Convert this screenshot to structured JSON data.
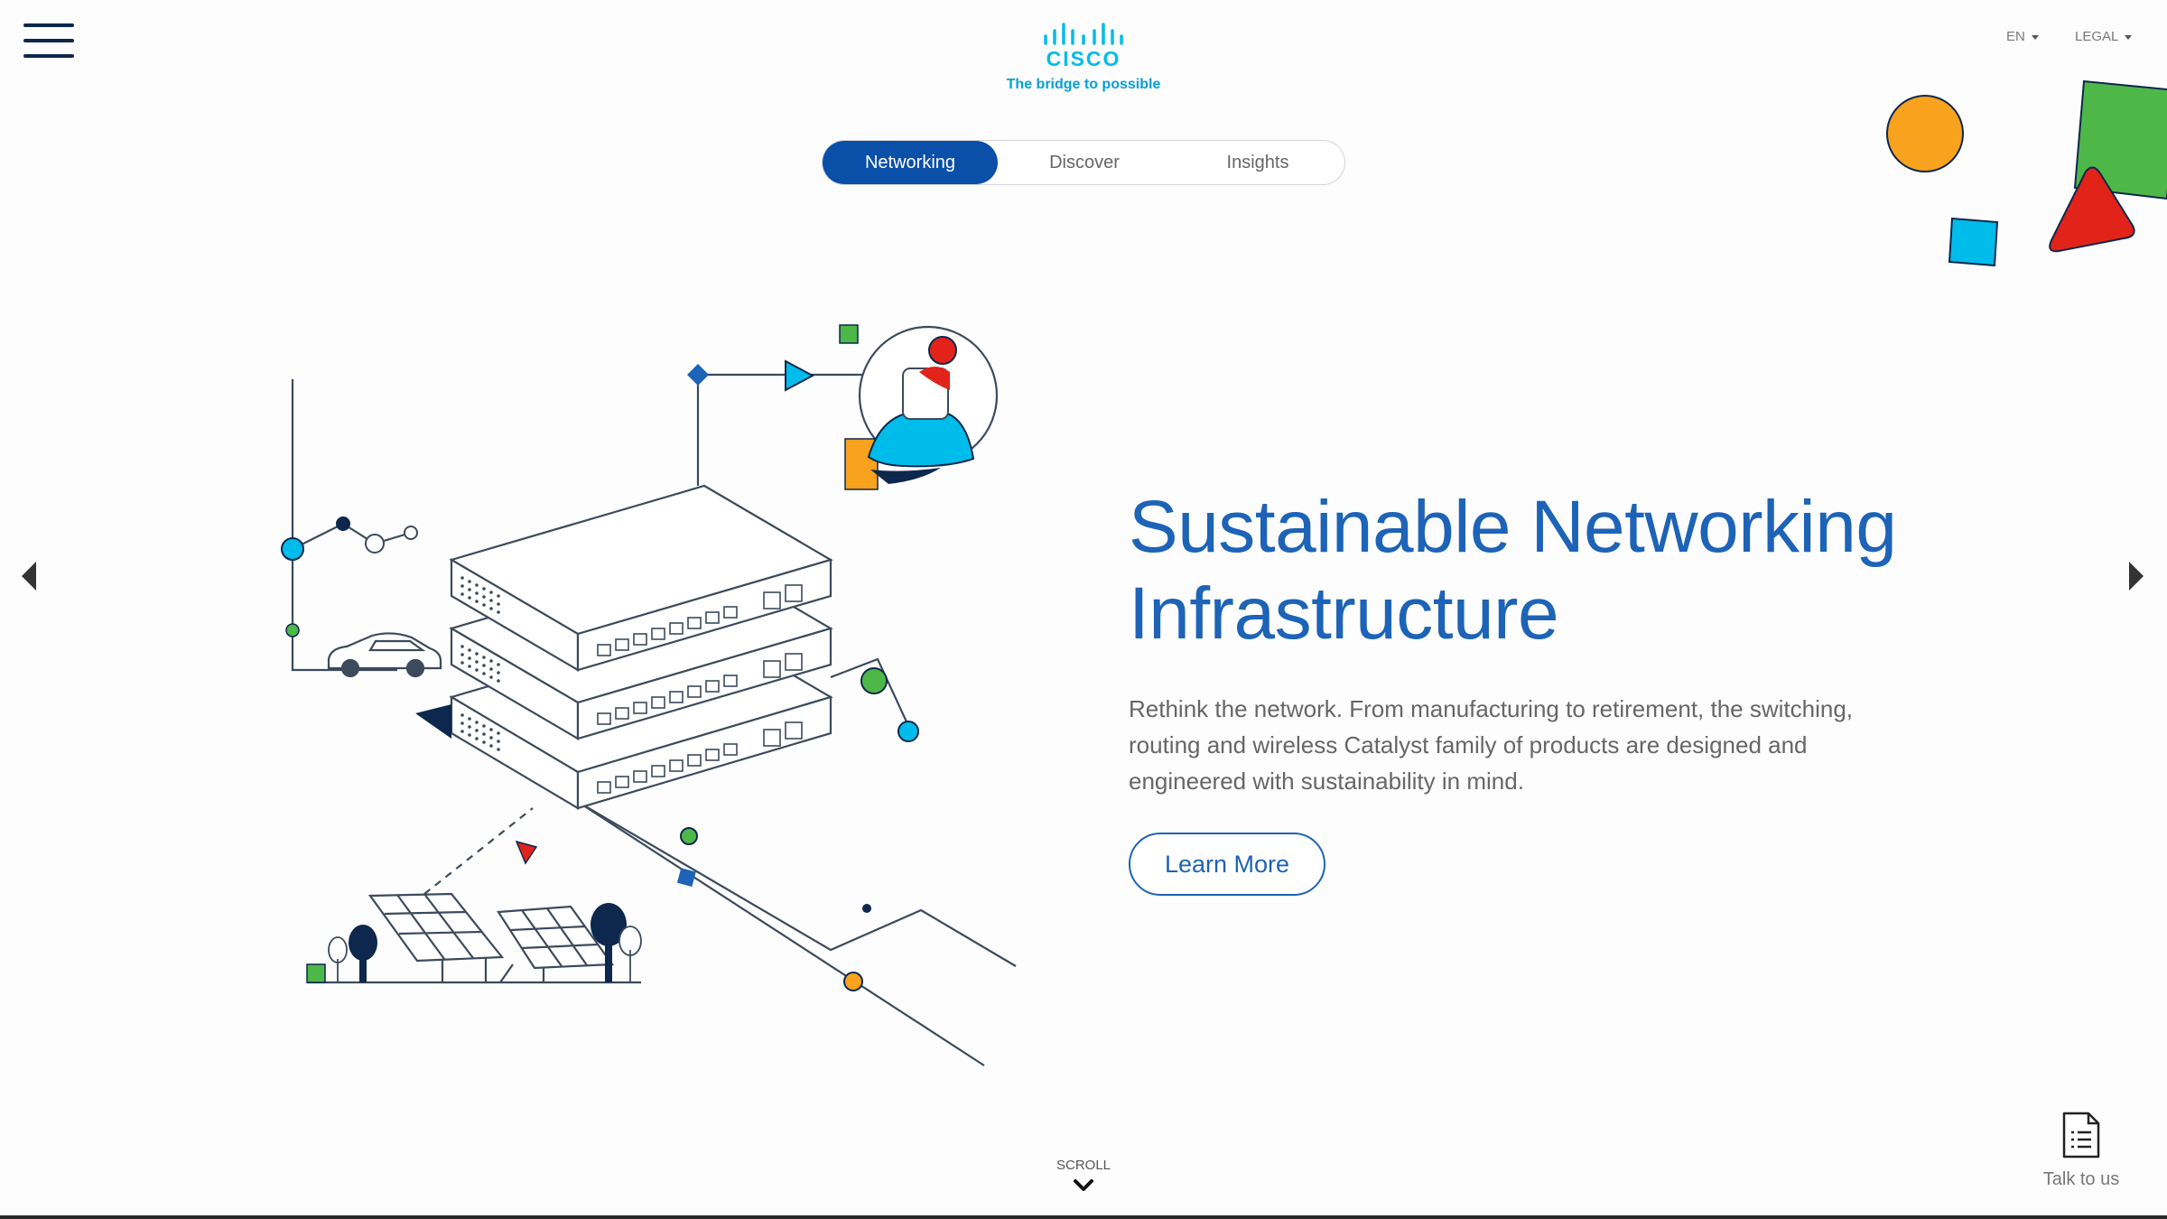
{
  "header": {
    "logo_wordmark": "CISCO",
    "tagline": "The bridge to possible",
    "language": "EN",
    "legal": "LEGAL"
  },
  "tabs": [
    {
      "label": "Networking",
      "active": true
    },
    {
      "label": "Discover",
      "active": false
    },
    {
      "label": "Insights",
      "active": false
    }
  ],
  "hero": {
    "title_line1": "Sustainable Networking",
    "title_line2": "Infrastructure",
    "body": "Rethink the network. From manufacturing to retirement, the switching, routing and wireless Catalyst family of products are designed and engineered with sustainability in mind.",
    "cta": "Learn More"
  },
  "scroll_label": "SCROLL",
  "talk_label": "Talk to us",
  "colors": {
    "brand_blue": "#1d63b7",
    "tab_active": "#0a4fa8",
    "cisco_cyan": "#00bceb",
    "orange": "#f8a21d",
    "green": "#4db848",
    "red": "#e2231a",
    "navy": "#0d274d"
  },
  "icons": [
    "menu-icon",
    "cisco-logo-icon",
    "chevron-left-icon",
    "chevron-right-icon",
    "chevron-down-icon",
    "document-icon"
  ]
}
